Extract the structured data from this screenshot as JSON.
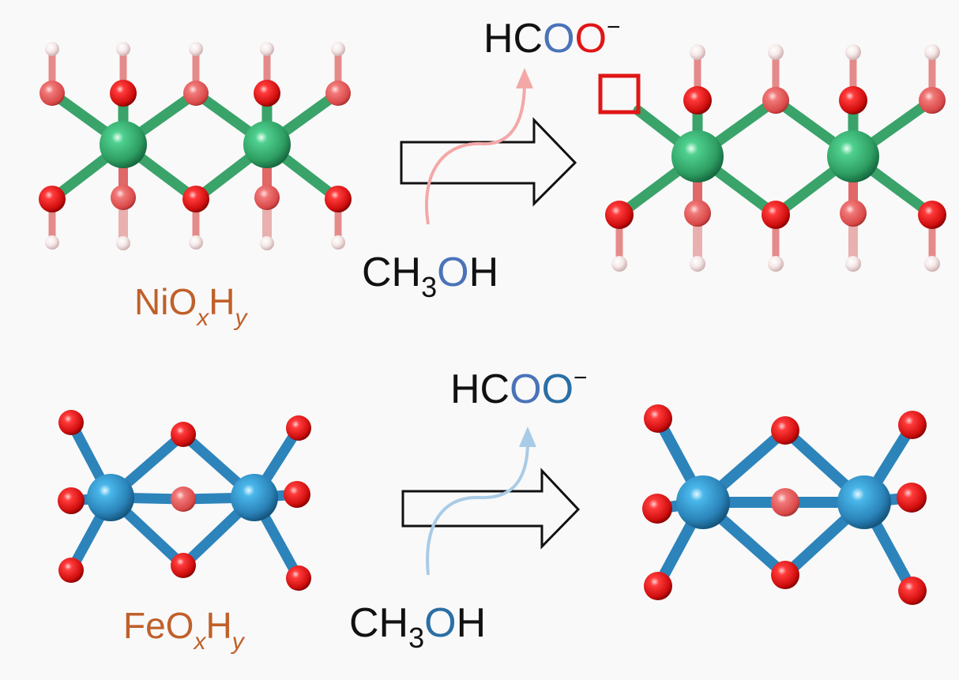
{
  "colors": {
    "ni_atom": "#2e9e62",
    "fe_atom": "#2a82b8",
    "oxygen": "#e01616",
    "oxygen_far": "#e05a5a",
    "hydrogen": "#f3e4e4",
    "label_orange": "#c0602a",
    "ni_arrow": "#f4a7a7",
    "fe_arrow": "#a9cbe6",
    "o_blue": "#4a73b8",
    "o_red": "#e01616",
    "o_blue2": "#2a6fa5",
    "vacancy": "#e01616",
    "text_black": "#111111"
  },
  "panels": {
    "ni": {
      "material": {
        "base1": "NiO",
        "sub1": "x",
        "base2": "H",
        "sub2": "y"
      },
      "product": {
        "pre": "HC",
        "o1": "O",
        "o2": "O",
        "charge": "−"
      },
      "reactant": {
        "pre": "CH",
        "sub": "3",
        "o": "O",
        "post": "H"
      },
      "atoms_before": {
        "metal": "Ni",
        "ligand": "O",
        "terminal": "H"
      },
      "vacancy_marker": "oxygen-vacancy-square"
    },
    "fe": {
      "material": {
        "base1": "FeO",
        "sub1": "x",
        "base2": "H",
        "sub2": "y"
      },
      "product": {
        "pre": "HC",
        "o1": "O",
        "o2": "O",
        "charge": "−"
      },
      "reactant": {
        "pre": "CH",
        "sub": "3",
        "o": "O",
        "post": "H"
      },
      "atoms": {
        "metal": "Fe",
        "ligand": "O"
      }
    }
  }
}
